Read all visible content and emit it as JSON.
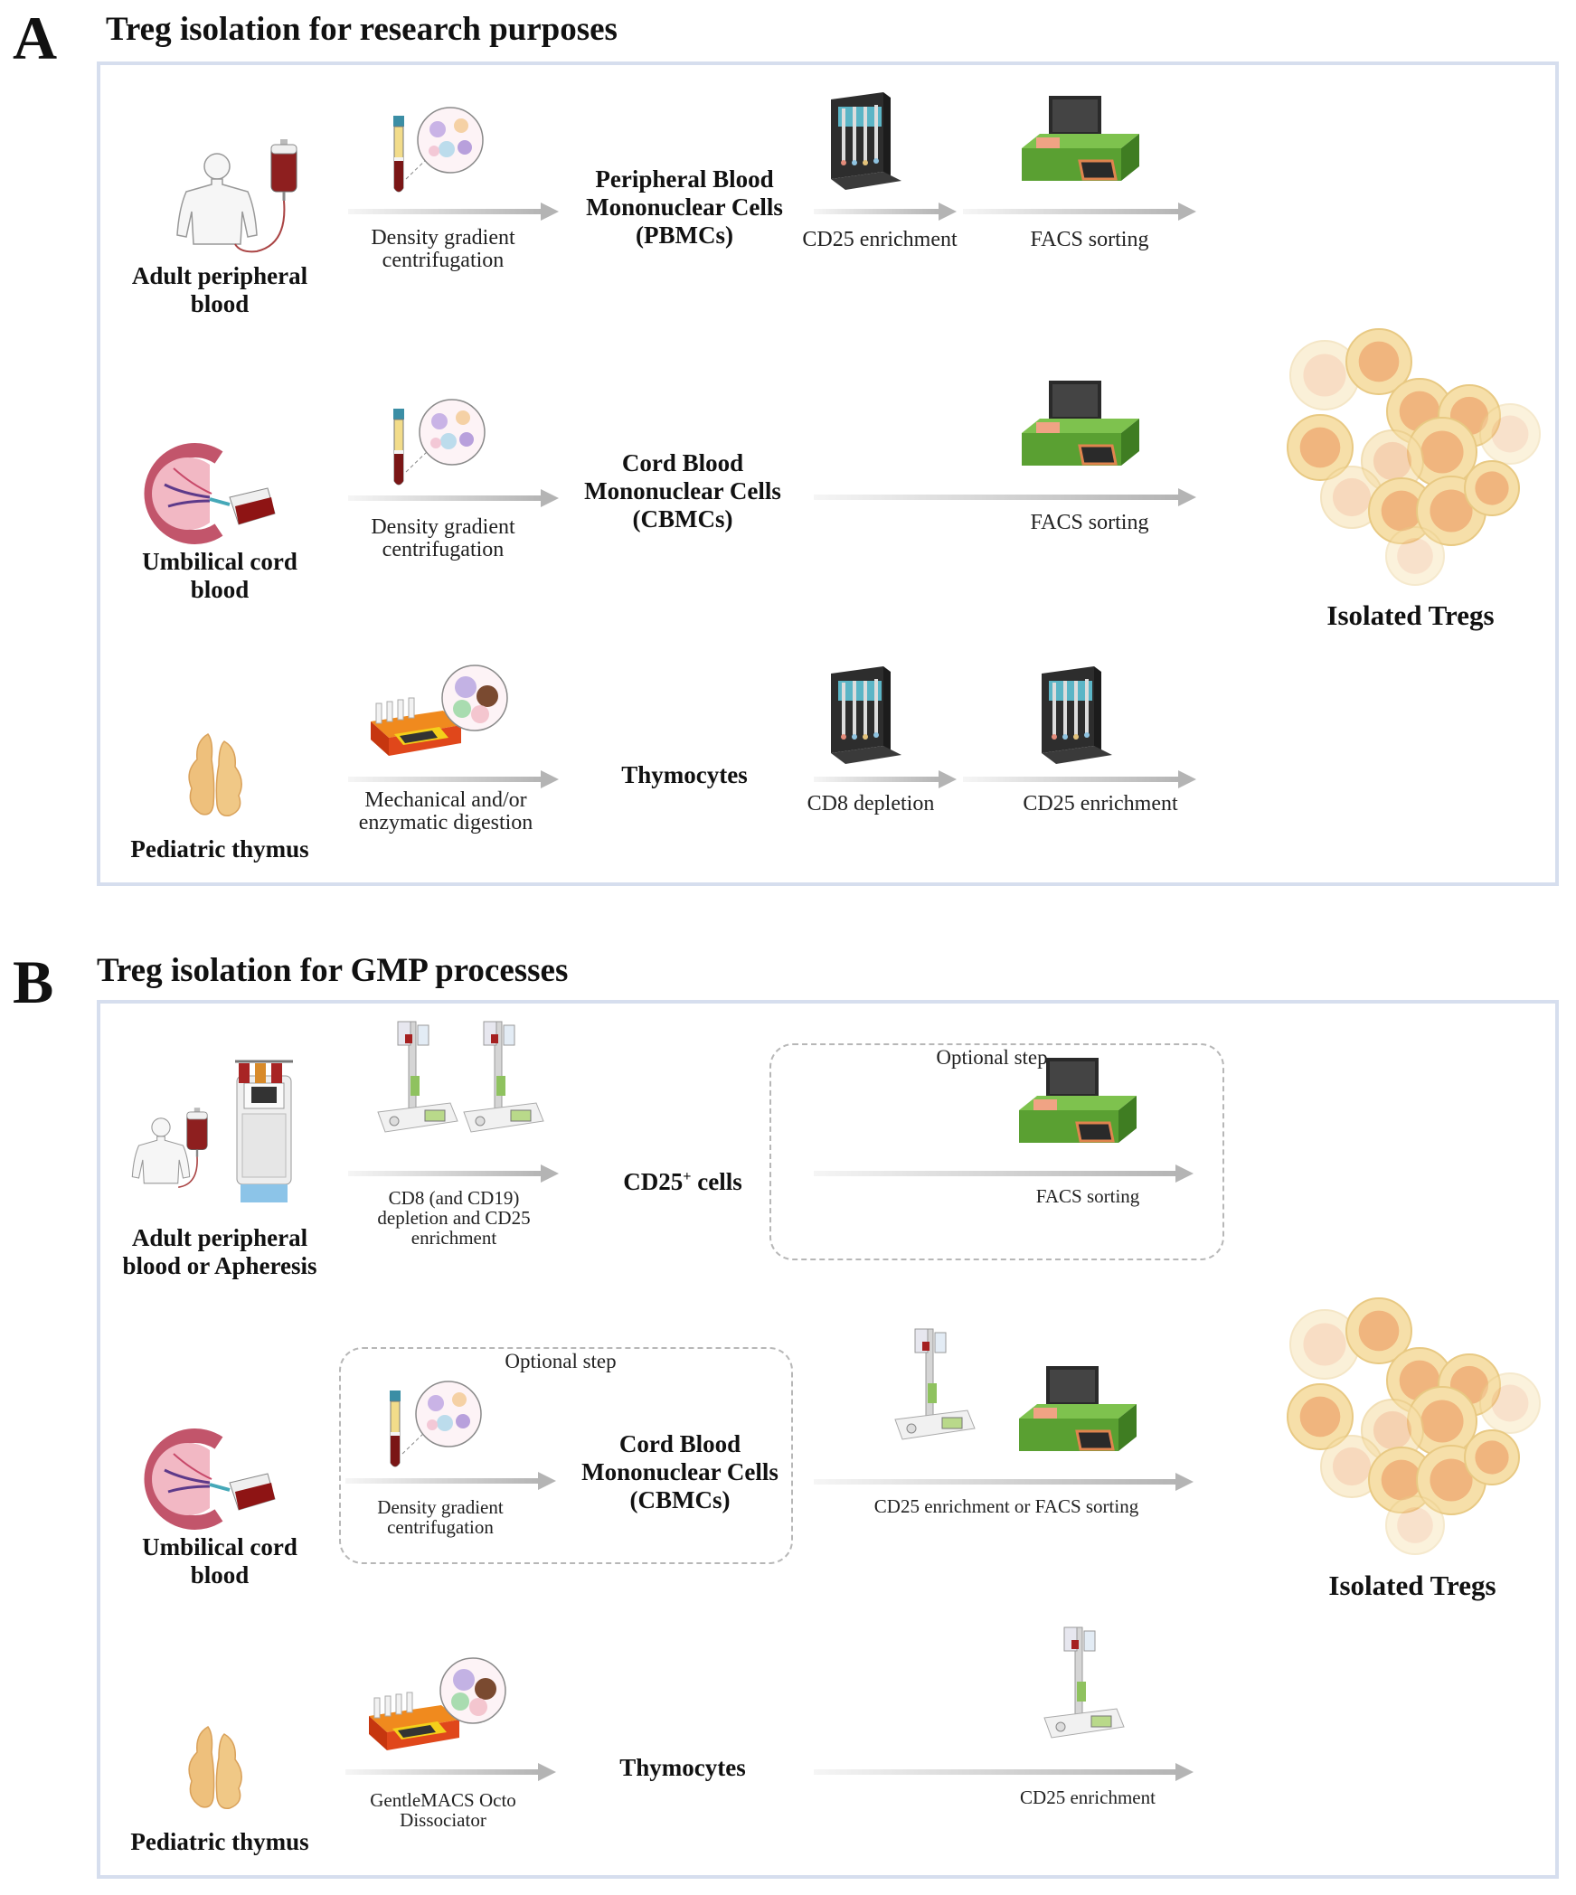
{
  "panel_a": {
    "letter": "A",
    "title": "Treg isolation for research purposes",
    "rows": [
      {
        "source": [
          "Adult peripheral",
          "blood"
        ],
        "step1": [
          "Density gradient",
          "centrifugation"
        ],
        "intermediate": [
          "Peripheral Blood",
          "Mononuclear Cells",
          "(PBMCs)"
        ],
        "steps": [
          "CD25 enrichment",
          "FACS sorting"
        ]
      },
      {
        "source": [
          "Umbilical cord",
          "blood"
        ],
        "step1": [
          "Density gradient",
          "centrifugation"
        ],
        "intermediate": [
          "Cord Blood",
          "Mononuclear Cells",
          "(CBMCs)"
        ],
        "steps": [
          "FACS sorting"
        ]
      },
      {
        "source": [
          "Pediatric thymus"
        ],
        "step1": [
          "Mechanical and/or",
          "enzymatic digestion"
        ],
        "intermediate": [
          "Thymocytes"
        ],
        "steps": [
          "CD8 depletion",
          "CD25 enrichment"
        ]
      }
    ],
    "result": "Isolated Tregs"
  },
  "panel_b": {
    "letter": "B",
    "title": "Treg isolation for GMP processes",
    "rows": [
      {
        "source": [
          "Adult peripheral",
          "blood or Apheresis"
        ],
        "step1": [
          "CD8 (and CD19)",
          "depletion and CD25",
          "enrichment"
        ],
        "intermediate_main": "CD25",
        "intermediate_sup": "+",
        "intermediate_tail": " cells",
        "optional": "Optional step",
        "steps": [
          "FACS sorting"
        ]
      },
      {
        "source": [
          "Umbilical cord",
          "blood"
        ],
        "optional": "Optional step",
        "step1": [
          "Density gradient",
          "centrifugation"
        ],
        "intermediate": [
          "Cord Blood",
          "Mononuclear Cells",
          "(CBMCs)"
        ],
        "steps": [
          "CD25 enrichment or FACS sorting"
        ]
      },
      {
        "source": [
          "Pediatric thymus"
        ],
        "step1": [
          "GentleMACS Octo",
          "Dissociator"
        ],
        "intermediate": [
          "Thymocytes"
        ],
        "steps": [
          "CD25 enrichment"
        ]
      }
    ],
    "result": "Isolated Tregs"
  },
  "colors": {
    "frame": "#d6deee",
    "arrow": "#b4b4b4",
    "treg_cell": "#f6dfa9",
    "treg_nucleus": "#f0b57e",
    "facs_green": "#6aad3a",
    "blood_red": "#8e1f1f",
    "thymus": "#edc07e"
  }
}
